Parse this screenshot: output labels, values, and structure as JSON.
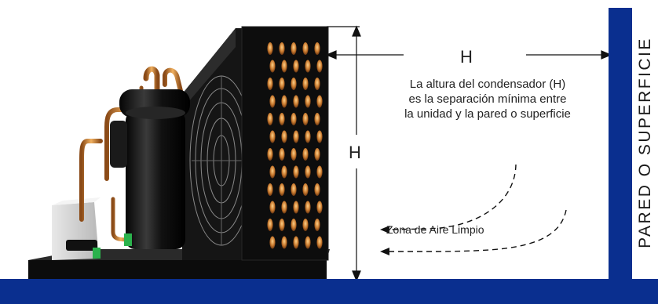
{
  "labels": {
    "h_horizontal": "H",
    "h_vertical": "H",
    "description_lines": [
      "La altura del condensador (H)",
      "es la separación mínima entre",
      "la unidad y la pared o superficie"
    ],
    "zone": "Zona de Aire Limpio",
    "wall": "PARED O SUPERFICIE"
  },
  "colors": {
    "wall": "#0a2f8f",
    "copper": "#c8792e",
    "unit_body": "#151515"
  }
}
